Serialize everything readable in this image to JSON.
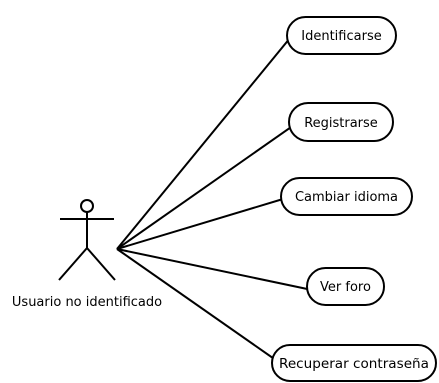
{
  "actor": {
    "label": "Usuario no identificado"
  },
  "use_cases": [
    {
      "label": "Identificarse"
    },
    {
      "label": "Registrarse"
    },
    {
      "label": "Cambiar idioma"
    },
    {
      "label": "Ver foro"
    },
    {
      "label": "Recuperar contraseña"
    }
  ],
  "colors": {
    "line": "#000000",
    "fill": "#ffffff",
    "text": "#000000"
  }
}
